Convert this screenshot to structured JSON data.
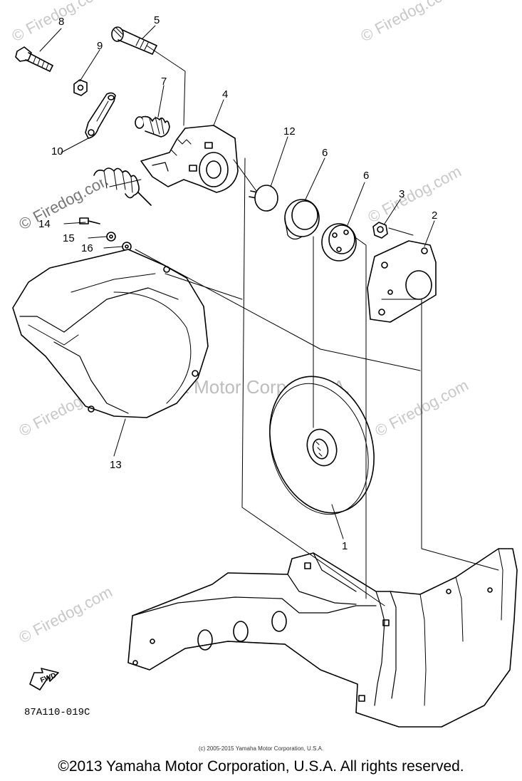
{
  "callouts": {
    "c1": "1",
    "c2": "2",
    "c3": "3",
    "c4": "4",
    "c5": "5",
    "c6a": "6",
    "c6b": "6",
    "c7": "7",
    "c8": "8",
    "c9": "9",
    "c10": "10",
    "c12": "12",
    "c13": "13",
    "c14": "14",
    "c15": "15",
    "c16": "16"
  },
  "watermarks": {
    "firedog": "© Firedog.com",
    "center": "Yamaha Motor Corp, U.S.A."
  },
  "fwd_label": "FWD",
  "part_code": "87A110-019C",
  "small_copyright": "(c) 2005-2015 Yamaha Motor Corporation, U.S.A.",
  "main_copyright": "©2013 Yamaha Motor Corporation, U.S.A. All rights reserved."
}
